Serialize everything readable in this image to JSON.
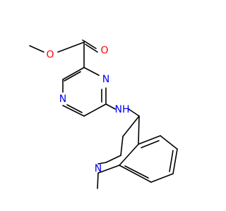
{
  "molecule": {
    "atoms": {
      "o_carbonyl": {
        "symbol": "O",
        "color": "#ff0000"
      },
      "o_ester": {
        "symbol": "O",
        "color": "#ff0000"
      },
      "n_pyrazine_1": {
        "symbol": "N",
        "color": "#0000ff"
      },
      "n_pyrazine_4": {
        "symbol": "N",
        "color": "#0000ff"
      },
      "n_amine": {
        "symbol": "NH",
        "color": "#0000ff"
      },
      "n_ring": {
        "symbol": "N",
        "color": "#0000ff"
      }
    },
    "bond_color": "#000000"
  }
}
